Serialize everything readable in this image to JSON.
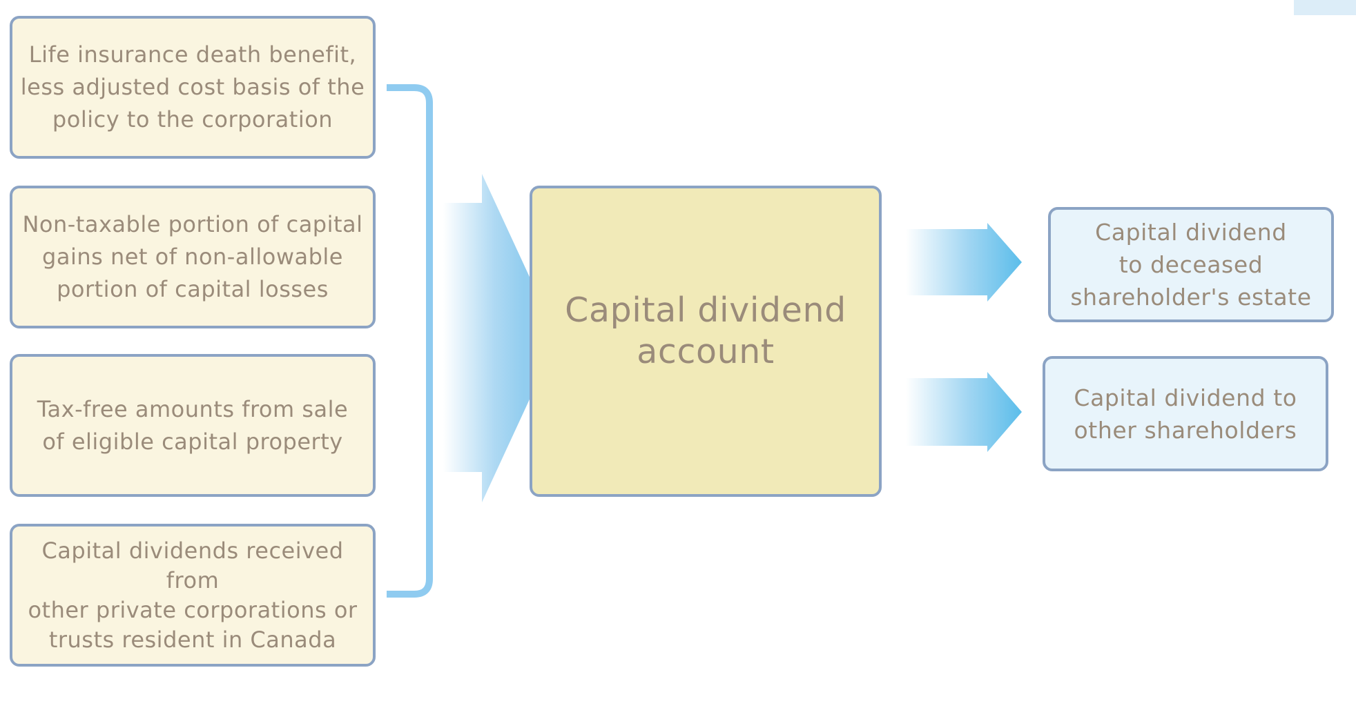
{
  "sources": [
    {
      "label": "Life insurance death benefit,\nless adjusted cost basis of the\npolicy to the corporation"
    },
    {
      "label": "Non-taxable portion of capital\ngains net of non-allowable\nportion of capital losses"
    },
    {
      "label": "Tax-free amounts from sale\nof eligible capital property"
    },
    {
      "label": "Capital dividends received from\nother private corporations or\ntrusts resident in Canada"
    }
  ],
  "center": {
    "label": "Capital dividend\naccount"
  },
  "outputs": [
    {
      "label": "Capital dividend\nto deceased\nshareholder's estate"
    },
    {
      "label": "Capital dividend to\nother shareholders"
    }
  ],
  "colors": {
    "border": "#8ba3c4",
    "source_fill": "#faf5e0",
    "center_fill": "#f1eab8",
    "output_fill": "#e8f4fb",
    "text": "#9a8b7a",
    "arrow_blue": "#5bbdea",
    "bracket_blue": "#8fcbf0"
  }
}
